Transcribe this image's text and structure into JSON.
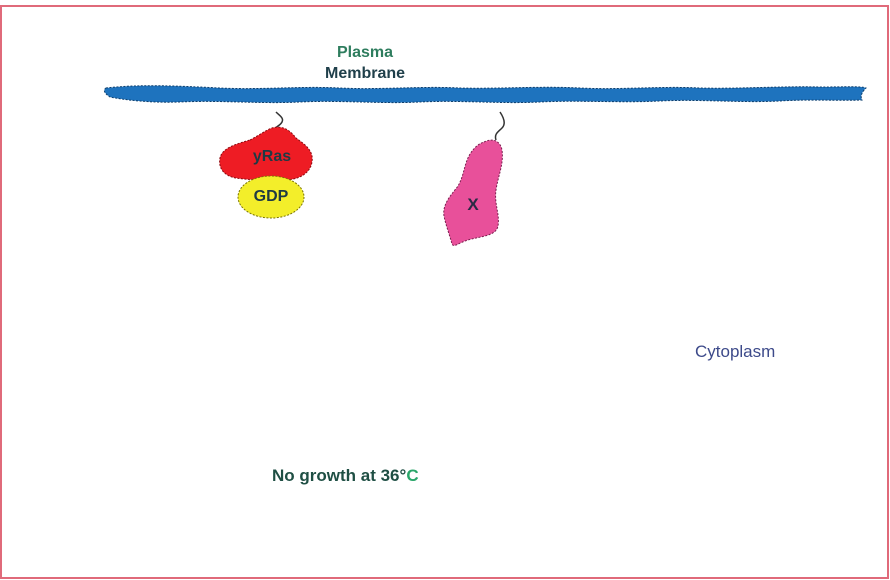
{
  "membrane": {
    "label_line1": "Plasma",
    "label_line2": "Membrane",
    "color": "#1e73be"
  },
  "proteins": {
    "yras": {
      "label": "yRas",
      "color": "#ee1c24"
    },
    "gdp": {
      "label": "GDP",
      "color": "#f3ee2a"
    },
    "x": {
      "label": "X",
      "color": "#e8509a"
    }
  },
  "compartment": {
    "label": "Cytoplasm"
  },
  "caption": {
    "text": "No growth at 36°",
    "unit": "C"
  },
  "colors": {
    "frame": "#e06a7a",
    "caption": "#1f4f44",
    "caption_unit": "#2aa66a"
  }
}
